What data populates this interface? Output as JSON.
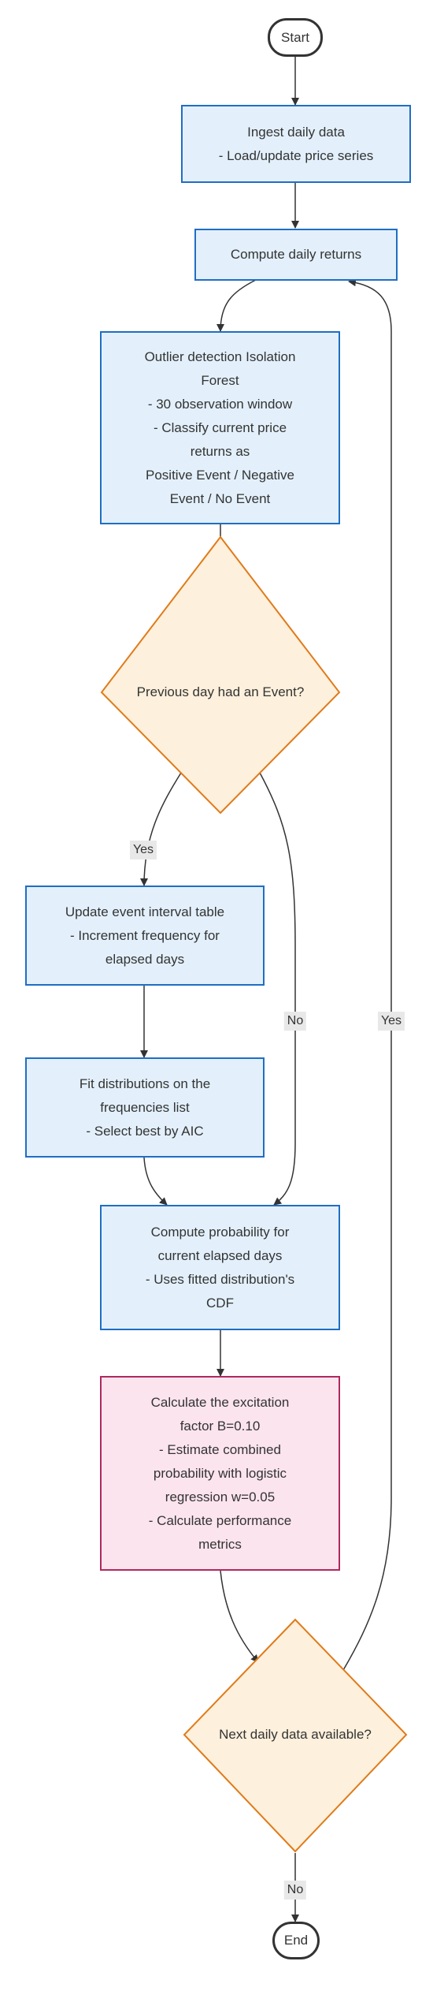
{
  "nodes": {
    "start": "Start",
    "ingest": [
      "Ingest daily data",
      "- Load/update price series"
    ],
    "returns": [
      "Compute daily returns"
    ],
    "outlier": [
      "Outlier detection Isolation",
      "Forest",
      "- 30 observation window",
      "- Classify current price",
      "returns as",
      "Positive Event / Negative",
      "Event / No Event"
    ],
    "prev_event": "Previous day had an Event?",
    "update_table": [
      "Update event interval table",
      "- Increment frequency for",
      "elapsed days"
    ],
    "fit_dist": [
      "Fit distributions on the",
      "frequencies list",
      "- Select best by AIC"
    ],
    "compute_prob": [
      "Compute probability for",
      "current elapsed days",
      "- Uses fitted distribution's",
      "CDF"
    ],
    "excitation": [
      "Calculate the excitation",
      "factor B=0.10",
      "- Estimate combined",
      "probability with logistic",
      "regression w=0.05",
      "- Calculate performance",
      "metrics"
    ],
    "next_data": "Next daily data available?",
    "end": "End"
  },
  "edge_labels": {
    "prev_yes": "Yes",
    "prev_no": "No",
    "loop_yes": "Yes",
    "next_no": "No"
  },
  "colors": {
    "process_fill": "#e3f0fb",
    "process_border": "#1f6ec4",
    "decision_fill": "#fdf0dc",
    "decision_border": "#e07b1a",
    "highlight_fill": "#fbe4ee",
    "highlight_border": "#b0285e",
    "edge": "#333333"
  }
}
